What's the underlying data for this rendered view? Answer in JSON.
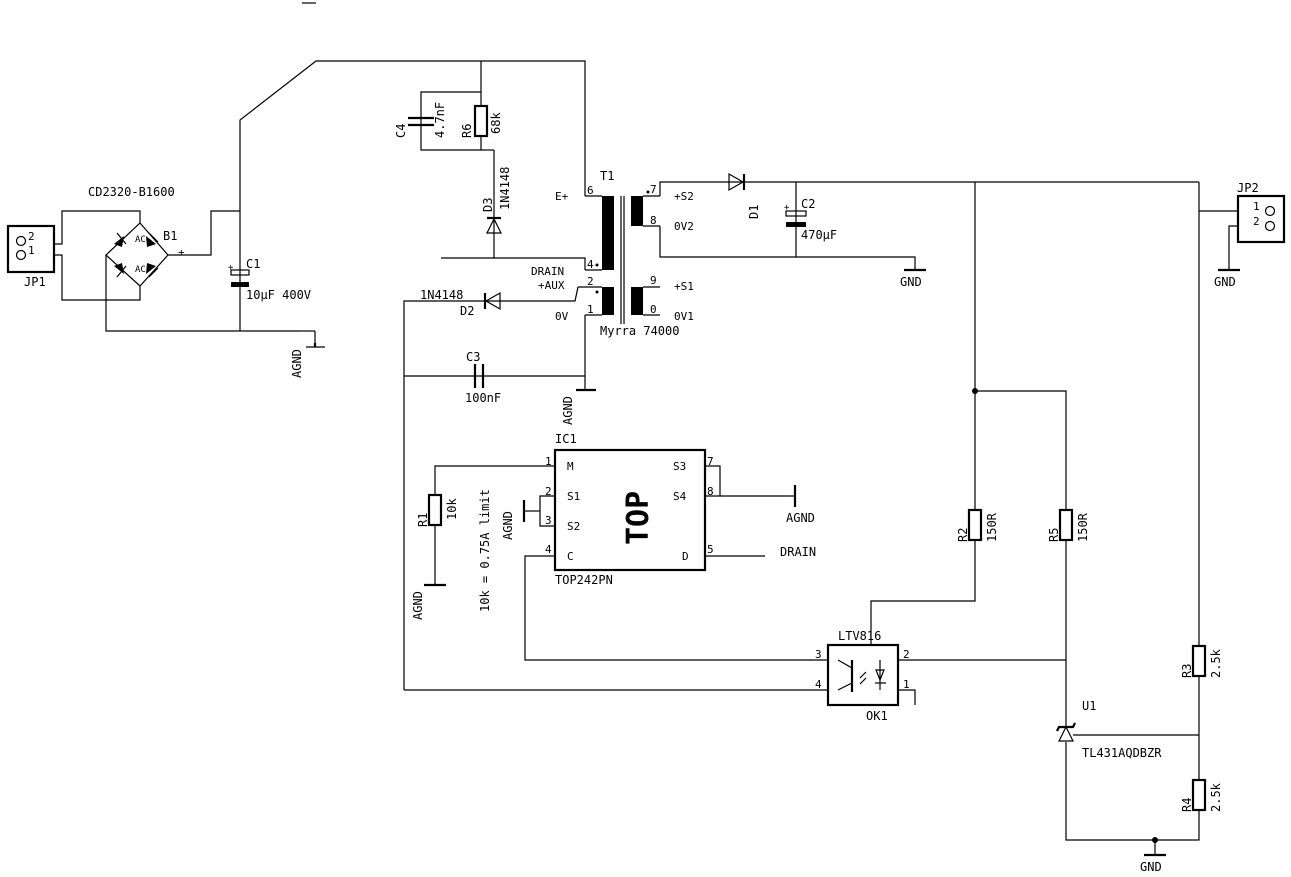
{
  "jp1": {
    "name": "JP1",
    "pin1": "1",
    "pin2": "2"
  },
  "jp2": {
    "name": "JP2",
    "pin1": "1",
    "pin2": "2"
  },
  "b1": {
    "name": "B1",
    "value": "CD2320-B1600",
    "plus": "+",
    "ac1": "AC",
    "ac2": "AC"
  },
  "c1": {
    "name": "C1",
    "value": "10µF 400V",
    "plus": "+"
  },
  "c2": {
    "name": "C2",
    "value": "470µF",
    "plus": "+"
  },
  "c3": {
    "name": "C3",
    "value": "100nF"
  },
  "c4": {
    "name": "C4",
    "value": "4.7nF"
  },
  "r6": {
    "name": "R6",
    "value": "68k"
  },
  "d3": {
    "name": "D3",
    "value": "1N4148"
  },
  "d2": {
    "name": "D2",
    "value": "1N4148"
  },
  "d1": {
    "name": "D1"
  },
  "t1": {
    "name": "T1",
    "value": "Myrra 74000",
    "p6": "6",
    "p4": "4",
    "p2": "2",
    "p1": "1",
    "p7": "7",
    "p8": "8",
    "p9": "9",
    "p0": "0",
    "e_plus": "E+",
    "drain": "DRAIN",
    "aux": "+AUX",
    "ov": "0V",
    "s2": "+S2",
    "ov2": "0V2",
    "s1": "+S1",
    "ov1": "0V1"
  },
  "ic1": {
    "name": "IC1",
    "value": "TOP242PN",
    "body": "TOP",
    "pins": {
      "n1": "1",
      "n2": "2",
      "n3": "3",
      "n4": "4",
      "n5": "5",
      "n7": "7",
      "n8": "8",
      "m": "M",
      "s1": "S1",
      "s2": "S2",
      "c": "C",
      "s3": "S3",
      "s4": "S4",
      "d": "D"
    }
  },
  "r1": {
    "name": "R1",
    "value": "10k",
    "note": "10k = 0.75A limit"
  },
  "r2": {
    "name": "R2",
    "value": "150R"
  },
  "r5": {
    "name": "R5",
    "value": "150R"
  },
  "r3": {
    "name": "R3",
    "value": "2.5k"
  },
  "r4": {
    "name": "R4",
    "value": "2.5k"
  },
  "ok1": {
    "name": "OK1",
    "value": "LTV816",
    "p1": "1",
    "p2": "2",
    "p3": "3",
    "p4": "4"
  },
  "u1": {
    "name": "U1",
    "value": "TL431AQDBZR"
  },
  "nets": {
    "agnd": "AGND",
    "gnd": "GND",
    "drain": "DRAIN"
  }
}
